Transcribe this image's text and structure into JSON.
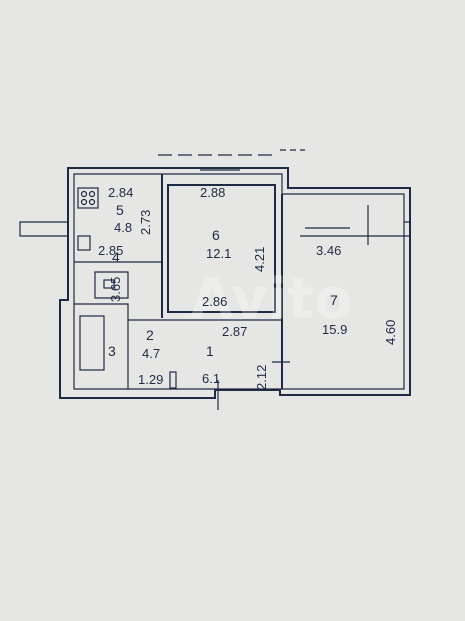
{
  "watermark": "Avito",
  "rooms": [
    {
      "number": "5",
      "area": "4.8",
      "w": "2.84",
      "h": "2.73",
      "w2": "2.85"
    },
    {
      "number": "6",
      "area": "12.1",
      "w": "2.88",
      "h": "4.21",
      "w2": "2.86"
    },
    {
      "number": "7",
      "area": "15.9",
      "w": "3.46",
      "h": "4.60"
    },
    {
      "number": "3",
      "area": "",
      "w": "",
      "h": ""
    },
    {
      "number": "2",
      "area": "4.7",
      "w": "",
      "h": "3.65"
    },
    {
      "number": "1",
      "area": "6.1",
      "w": "2.87",
      "h": "2.12",
      "extra": "1.29"
    },
    {
      "number": "4",
      "area": ""
    }
  ]
}
